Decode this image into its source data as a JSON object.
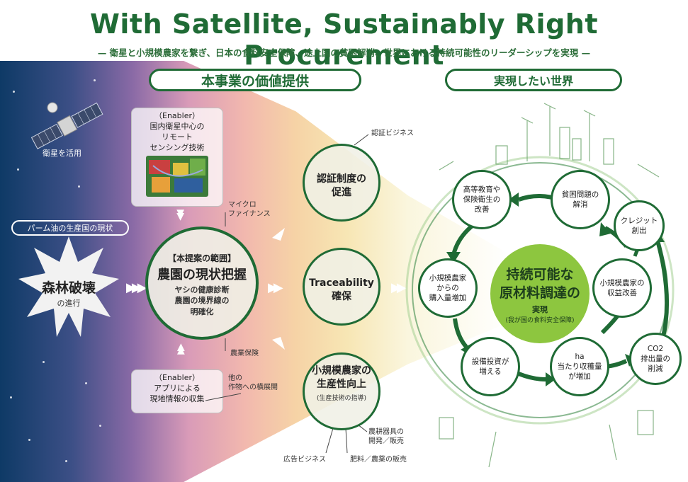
{
  "header": {
    "title": "With Satellite, Sustainably Right Procurement",
    "subtitle": "— 衛星と小規模農家を繋ぎ、日本の食料安全保障、途上国の貧困解消、世界における持続可能性のリーダーシップを実現 —"
  },
  "sections": {
    "value_label": "本事業の価値提供",
    "world_label": "実現したい世界"
  },
  "satellite": {
    "label": "衛星を活用"
  },
  "enabler_top": {
    "tag": "（Enabler）",
    "lines": [
      "国内衛星中心の",
      "リモート",
      "センシング技術"
    ]
  },
  "enabler_bottom": {
    "tag": "（Enabler）",
    "lines": [
      "アプリによる",
      "現地情報の収集"
    ]
  },
  "palm": {
    "label": "パーム油の生産国の現状"
  },
  "deforestation": {
    "title": "森林破壊",
    "sub": "の進行"
  },
  "core": {
    "scope": "【本提案の範囲】",
    "title": "農園の現状把握",
    "lines": [
      "ヤシの健康診断",
      "農園の境界線の",
      "明確化"
    ]
  },
  "side_labels": {
    "microfinance": [
      "マイクロ",
      "ファイナンス"
    ],
    "insurance": "農業保険",
    "expansion": [
      "他の",
      "作物への横展開"
    ],
    "cert_business": "認証ビジネス",
    "equipment": [
      "農耕器具の",
      "開発／販売"
    ],
    "ad_business": "広告ビジネス",
    "fertilizer": "肥料／農薬の販売"
  },
  "mid": {
    "cert": [
      "認証制度の",
      "促進"
    ],
    "trace": [
      "Traceability",
      "確保"
    ],
    "productivity": [
      "小規模農家の",
      "生産性向上"
    ],
    "productivity_sub": "(生産技術の指導)"
  },
  "world": {
    "center": [
      "持続可能な",
      "原材料調達の",
      "実現"
    ],
    "center_sub": "(我が国の食料安全保障)",
    "nodes": {
      "education": [
        "高等教育や",
        "保険衛生の",
        "改善"
      ],
      "poverty": [
        "貧困問題の",
        "解消"
      ],
      "credit": [
        "クレジット",
        "創出"
      ],
      "purchase": [
        "小規模農家",
        "からの",
        "購入量増加"
      ],
      "income": [
        "小規模農家の",
        "収益改善"
      ],
      "invest": [
        "設備投資が",
        "増える"
      ],
      "yield": [
        "ha",
        "当たり収穫量",
        "が増加"
      ],
      "co2": [
        "CO2",
        "排出量の",
        "削減"
      ]
    }
  },
  "colors": {
    "brand_green": "#1f6b35",
    "center_green": "#8dc63f"
  }
}
